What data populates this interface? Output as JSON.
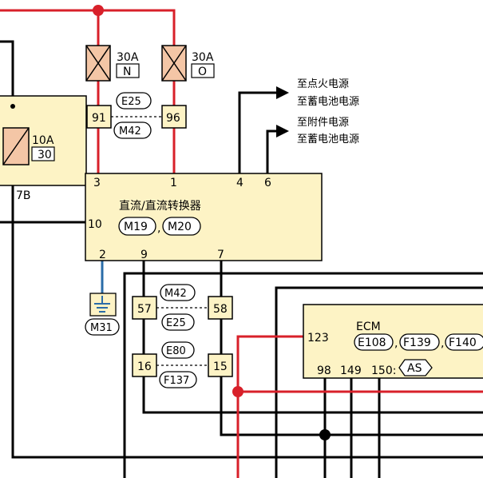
{
  "colors": {
    "power_wire": "#d8202a",
    "signal_wire": "#000000",
    "ground_wire": "#2a6ca8",
    "box_fill": "#fdf3c5",
    "stroke": "#000000"
  },
  "fuses": [
    {
      "rating": "30A",
      "code": "N"
    },
    {
      "rating": "30A",
      "code": "O"
    },
    {
      "rating": "10A",
      "code": "30"
    }
  ],
  "left_box_label": "7B",
  "dcdc": {
    "title": "直流/直流转换器",
    "connectors": [
      "M19",
      "M20"
    ],
    "sep": ",",
    "pins": {
      "p3": "3",
      "p1": "1",
      "p4": "4",
      "p6": "6",
      "p10": "10",
      "p2": "2",
      "p9": "9",
      "p7": "7"
    }
  },
  "terminals": {
    "t91": "91",
    "t96": "96",
    "t57": "57",
    "t58": "58",
    "t16": "16",
    "t15": "15"
  },
  "connectors": {
    "e25_top": "E25",
    "m42_top": "M42",
    "m42_mid": "M42",
    "e25_mid": "E25",
    "e80": "E80",
    "f137": "F137",
    "m31": "M31"
  },
  "destinations": [
    {
      "line1": "至点火电源",
      "line2": "至蓄电池电源"
    },
    {
      "line1": "至附件电源",
      "line2": "至蓄电池电源"
    }
  ],
  "ecm": {
    "title": "ECM",
    "connectors": [
      "E108",
      "F139",
      "F140"
    ],
    "sep1": ",",
    "sep2": ",",
    "pins": {
      "p123": "123",
      "p98": "98",
      "p149": "149",
      "p150": "150:"
    },
    "as_badge": "AS"
  }
}
